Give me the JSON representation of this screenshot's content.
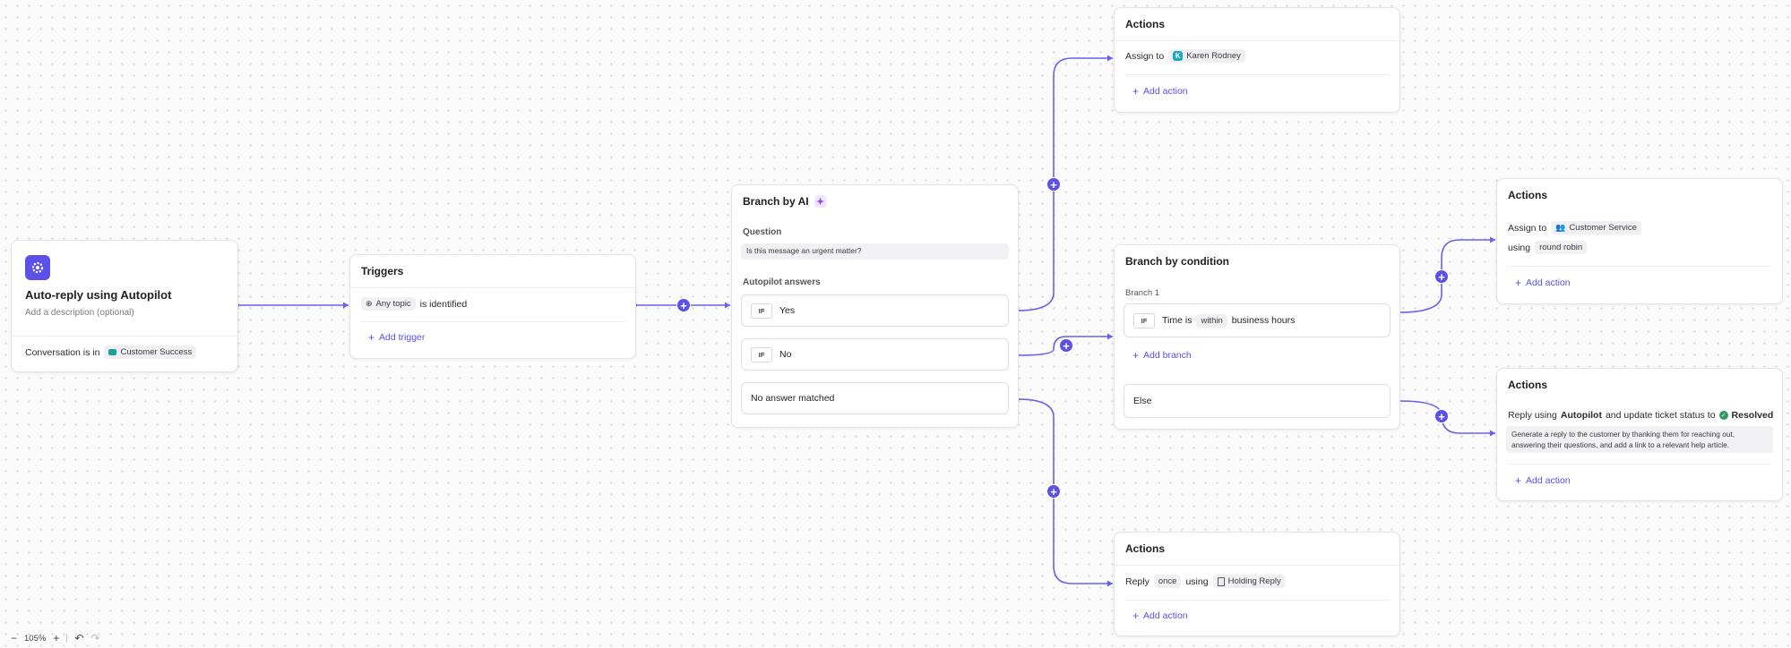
{
  "start_node": {
    "title": "Auto-reply using Autopilot",
    "description_placeholder": "Add a description (optional)",
    "condition_prefix": "Conversation is in",
    "condition_value": "Customer Success"
  },
  "triggers": {
    "title": "Triggers",
    "topic": "Any topic",
    "suffix": "is identified",
    "add_label": "Add trigger"
  },
  "branch_ai": {
    "title": "Branch by AI",
    "question_label": "Question",
    "question_text": "Is this message an urgent matter?",
    "answers_label": "Autopilot answers",
    "options": [
      {
        "tag": "IF",
        "label": "Yes"
      },
      {
        "tag": "IF",
        "label": "No"
      }
    ],
    "fallback": "No answer matched"
  },
  "actions_top": {
    "title": "Actions",
    "assign_label": "Assign to",
    "assignee_initial": "K",
    "assignee": "Karen Rodney",
    "add_label": "Add action"
  },
  "branch_condition": {
    "title": "Branch by condition",
    "branch_label": "Branch 1",
    "tag": "IF",
    "time_label": "Time is",
    "within": "within",
    "hours": "business hours",
    "add_branch": "Add branch",
    "else_label": "Else"
  },
  "actions_assign": {
    "title": "Actions",
    "assign_label": "Assign to",
    "team": "Customer Service",
    "using": "using",
    "method": "round robin",
    "add_label": "Add action"
  },
  "actions_reply": {
    "title": "Actions",
    "reply_using": "Reply using",
    "autopilot": "Autopilot",
    "update_text": "and update ticket status to",
    "status": "Resolved",
    "prompt": "Generate a reply to the customer by thanking them for reaching out, answering their questions, and add a link to a relevant help article.",
    "add_label": "Add action"
  },
  "actions_bottom": {
    "title": "Actions",
    "reply_label": "Reply",
    "once": "once",
    "using": "using",
    "template": "Holding Reply",
    "add_label": "Add action"
  },
  "zoom": {
    "minus": "−",
    "level": "105%",
    "plus": "+",
    "undo": "↶",
    "redo": "↷"
  },
  "colors": {
    "accent": "#5b50e8",
    "edge": "#6a5ff0",
    "resolved": "#2f9a5b"
  }
}
